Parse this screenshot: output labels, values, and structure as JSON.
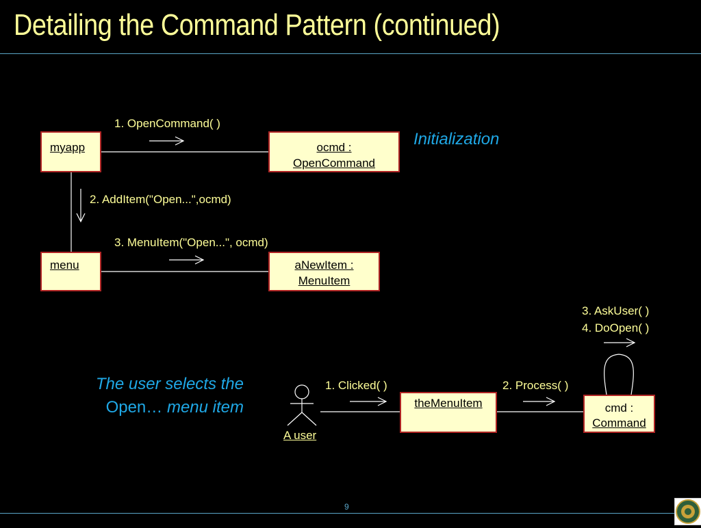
{
  "slide": {
    "title": "Detailing the Command Pattern (continued)",
    "page_number": "9"
  },
  "objects": {
    "myapp": "myapp",
    "ocmd_line1": "ocmd : ",
    "ocmd_line2": "OpenCommand",
    "menu": "menu",
    "anewitem_line1": "aNewItem : ",
    "anewitem_line2": "MenuItem",
    "themenuitem": "theMenuItem",
    "cmd_line1": "cmd : ",
    "cmd_line2": "Command",
    "actor": "A user"
  },
  "messages": {
    "m1": "1. OpenCommand( )",
    "m2": "2. AddItem(\"Open...\",ocmd)",
    "m3": "3. MenuItem(\"Open...\", ocmd)",
    "clicked": "1. Clicked( )",
    "process": "2. Process( )",
    "askuser": "3. AskUser( )",
    "doopen": "4. DoOpen( )"
  },
  "notes": {
    "initialization": "Initialization",
    "user_selects_line1": "The user selects the",
    "user_selects_line2_a": "Open… ",
    "user_selects_line2_b": "menu item"
  },
  "colors": {
    "background": "#000000",
    "title": "#ffff99",
    "box_fill": "#ffffcc",
    "box_border": "#b02424",
    "note": "#1fa8e6",
    "rule": "#5aa6c8"
  }
}
